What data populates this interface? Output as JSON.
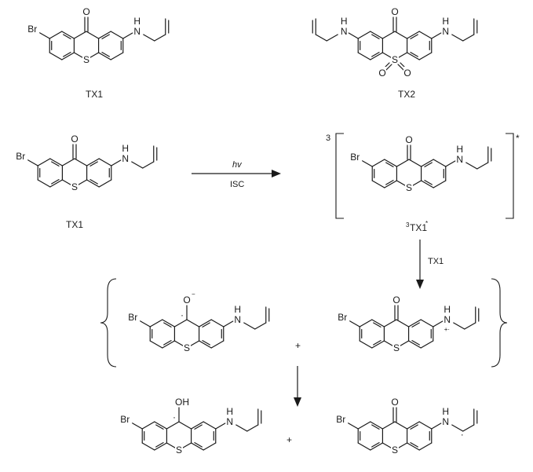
{
  "atoms": {
    "O": "O",
    "Br": "Br",
    "S": "S",
    "NH": "N",
    "H": "H",
    "OH": "OH",
    "O_minus": "O"
  },
  "labels": {
    "tx1_top": "TX1",
    "tx2_top": "TX2",
    "tx1_mid": "TX1",
    "triplet": "TX1",
    "triplet_prefix": "3",
    "triplet_star": "*",
    "bracket_multiplicity": "3",
    "bracket_star": "*",
    "minus": "−",
    "radical_cation": "+·",
    "dot": "·"
  },
  "arrows": {
    "hv": "hv",
    "isc": "ISC",
    "tx1_reagent": "TX1"
  },
  "plus": "+"
}
